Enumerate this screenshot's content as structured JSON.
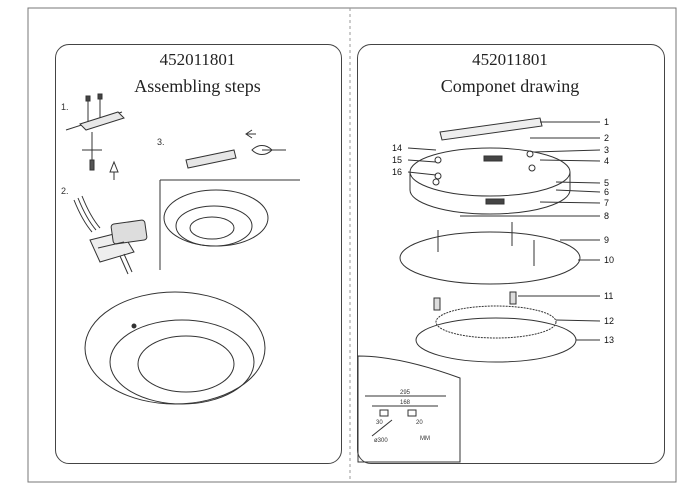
{
  "left_page": {
    "code": "452011801",
    "title": "Assembling steps",
    "step_labels": [
      "1.",
      "2.",
      "3."
    ]
  },
  "right_page": {
    "code": "452011801",
    "title": "Componet drawing",
    "callouts": [
      "1",
      "2",
      "3",
      "4",
      "5",
      "6",
      "7",
      "8",
      "9",
      "10",
      "11",
      "12",
      "13",
      "14",
      "15",
      "16"
    ],
    "dimensions": {
      "overall": "295",
      "inner": "168",
      "small_a": "30",
      "small_b": "20",
      "diameter": "ø300",
      "unit": "MM"
    }
  }
}
